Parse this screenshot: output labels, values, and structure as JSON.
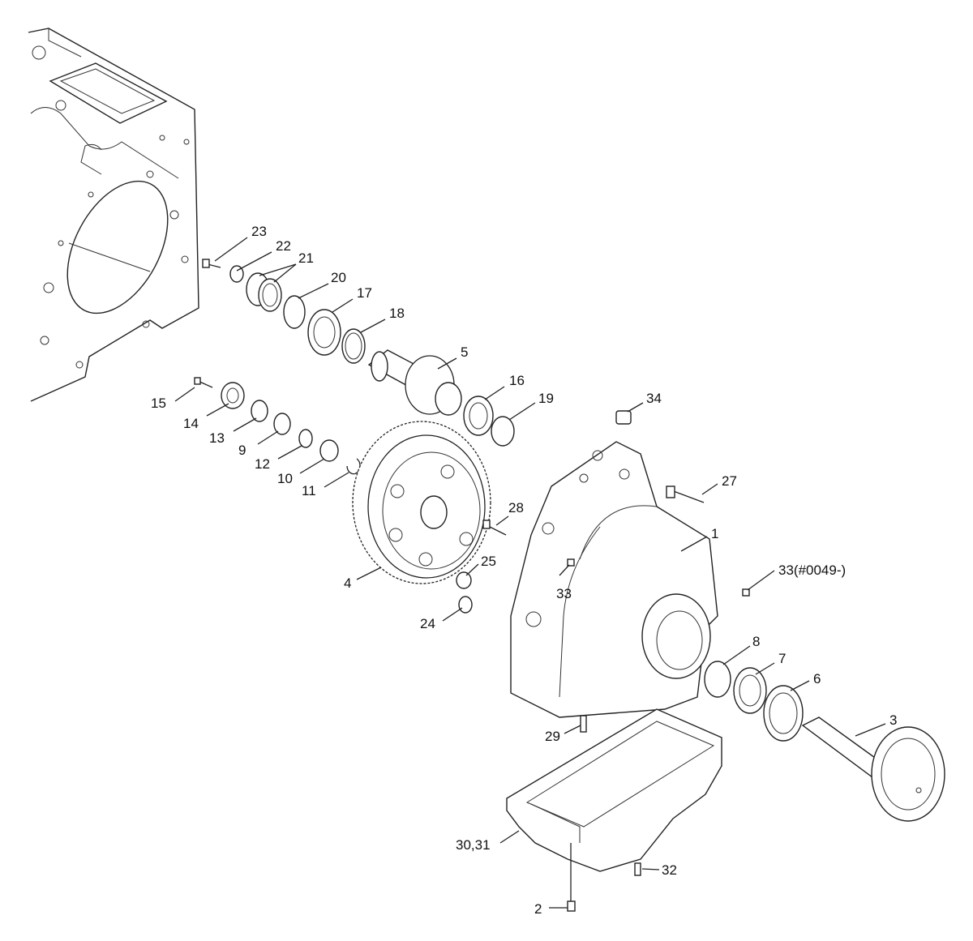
{
  "callouts": [
    {
      "id": "23",
      "text": "23"
    },
    {
      "id": "22",
      "text": "22"
    },
    {
      "id": "21",
      "text": "21"
    },
    {
      "id": "20",
      "text": "20"
    },
    {
      "id": "17",
      "text": "17"
    },
    {
      "id": "18",
      "text": "18"
    },
    {
      "id": "5",
      "text": "5"
    },
    {
      "id": "15",
      "text": "15"
    },
    {
      "id": "14",
      "text": "14"
    },
    {
      "id": "13",
      "text": "13"
    },
    {
      "id": "9",
      "text": "9"
    },
    {
      "id": "12",
      "text": "12"
    },
    {
      "id": "10",
      "text": "10"
    },
    {
      "id": "11",
      "text": "11"
    },
    {
      "id": "16",
      "text": "16"
    },
    {
      "id": "19",
      "text": "19"
    },
    {
      "id": "34",
      "text": "34"
    },
    {
      "id": "27",
      "text": "27"
    },
    {
      "id": "28",
      "text": "28"
    },
    {
      "id": "1",
      "text": "1"
    },
    {
      "id": "33a",
      "text": "33(#0049-)"
    },
    {
      "id": "33b",
      "text": "33"
    },
    {
      "id": "25",
      "text": "25"
    },
    {
      "id": "24",
      "text": "24"
    },
    {
      "id": "4",
      "text": "4"
    },
    {
      "id": "8",
      "text": "8"
    },
    {
      "id": "7",
      "text": "7"
    },
    {
      "id": "6",
      "text": "6"
    },
    {
      "id": "3",
      "text": "3"
    },
    {
      "id": "29",
      "text": "29"
    },
    {
      "id": "30",
      "text": "30,31"
    },
    {
      "id": "32",
      "text": "32"
    },
    {
      "id": "2",
      "text": "2"
    }
  ]
}
